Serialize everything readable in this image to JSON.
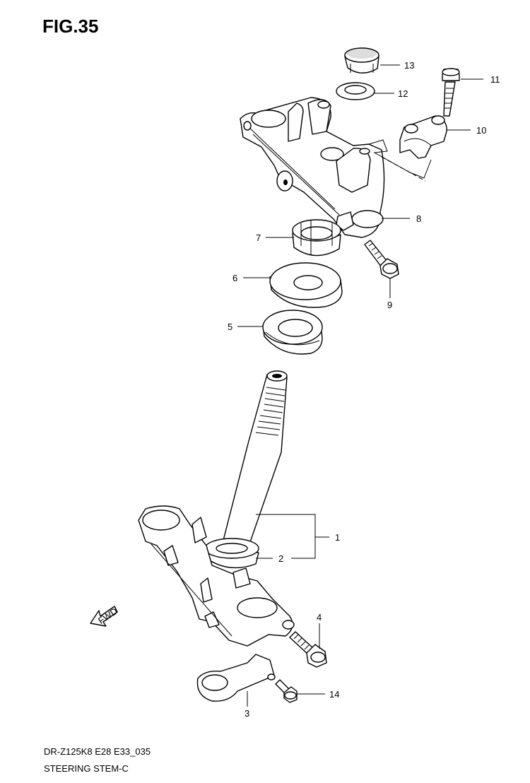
{
  "figure": {
    "title": "FIG.35",
    "model_code": "DR-Z125K8 E28 E33_035",
    "caption": "STEERING STEM-C",
    "fwd_label": "FWD"
  },
  "callouts": [
    {
      "id": "13",
      "label": "13"
    },
    {
      "id": "12",
      "label": "12"
    },
    {
      "id": "11",
      "label": "11"
    },
    {
      "id": "10",
      "label": "10"
    },
    {
      "id": "8",
      "label": "8"
    },
    {
      "id": "7",
      "label": "7"
    },
    {
      "id": "9",
      "label": "9"
    },
    {
      "id": "6",
      "label": "6"
    },
    {
      "id": "5",
      "label": "5"
    },
    {
      "id": "1",
      "label": "1"
    },
    {
      "id": "2",
      "label": "2"
    },
    {
      "id": "4",
      "label": "4"
    },
    {
      "id": "14",
      "label": "14"
    },
    {
      "id": "3",
      "label": "3"
    }
  ]
}
